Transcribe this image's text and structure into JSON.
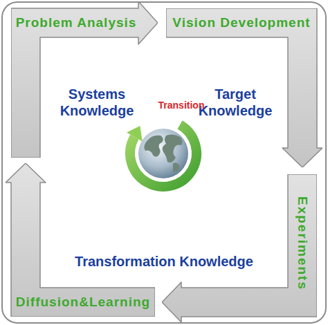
{
  "diagram": {
    "nodes": [
      {
        "text": [
          "Problem Analysis"
        ]
      },
      {
        "text": [
          "Vision Development"
        ]
      },
      {
        "text": [
          "Experiments"
        ]
      },
      {
        "text": [
          "Diffusion&Learning"
        ]
      }
    ],
    "labels": [
      "Systems Knowledge",
      "Target Knowledge",
      "Transition",
      "Transformation Knowledge"
    ]
  }
}
